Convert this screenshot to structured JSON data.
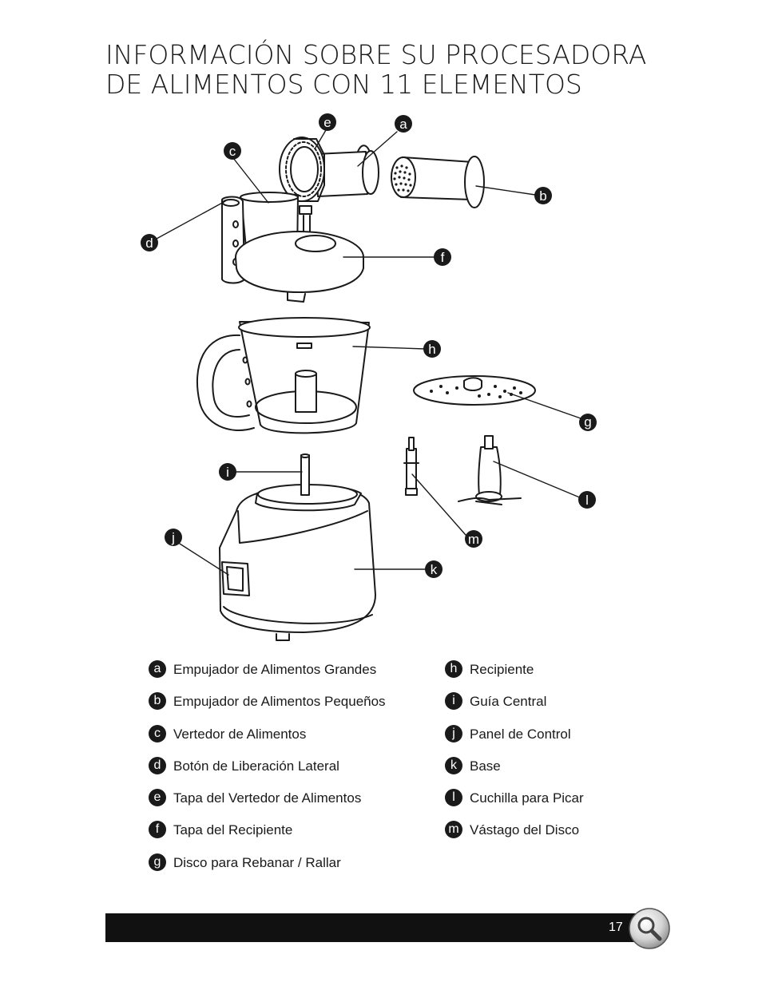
{
  "title": {
    "line1": "INFORMACIÓN SOBRE SU PROCESADORA",
    "line2": "DE ALIMENTOS CON 11 ELEMENTOS"
  },
  "diagram_labels": {
    "a": "a",
    "b": "b",
    "c": "c",
    "d": "d",
    "e": "e",
    "f": "f",
    "g": "g",
    "h": "h",
    "i": "i",
    "j": "j",
    "k": "k",
    "l": "l",
    "m": "m"
  },
  "legend": {
    "left": [
      {
        "letter": "a",
        "text": "Empujador de Alimentos Grandes"
      },
      {
        "letter": "b",
        "text": "Empujador de Alimentos Pequeños"
      },
      {
        "letter": "c",
        "text": "Vertedor de Alimentos"
      },
      {
        "letter": "d",
        "text": "Botón de Liberación Lateral"
      },
      {
        "letter": "e",
        "text": "Tapa del Vertedor de Alimentos"
      },
      {
        "letter": "f",
        "text": "Tapa del Recipiente"
      },
      {
        "letter": "g",
        "text": "Disco para Rebanar / Rallar"
      }
    ],
    "right": [
      {
        "letter": "h",
        "text": "Recipiente"
      },
      {
        "letter": "i",
        "text": "Guía Central"
      },
      {
        "letter": "j",
        "text": "Panel de Control"
      },
      {
        "letter": "k",
        "text": "Base"
      },
      {
        "letter": "l",
        "text": "Cuchilla para Picar"
      },
      {
        "letter": "m",
        "text": "Vástago del Disco"
      }
    ]
  },
  "footer": {
    "page_number": "17",
    "icon": "magnifier-icon"
  }
}
